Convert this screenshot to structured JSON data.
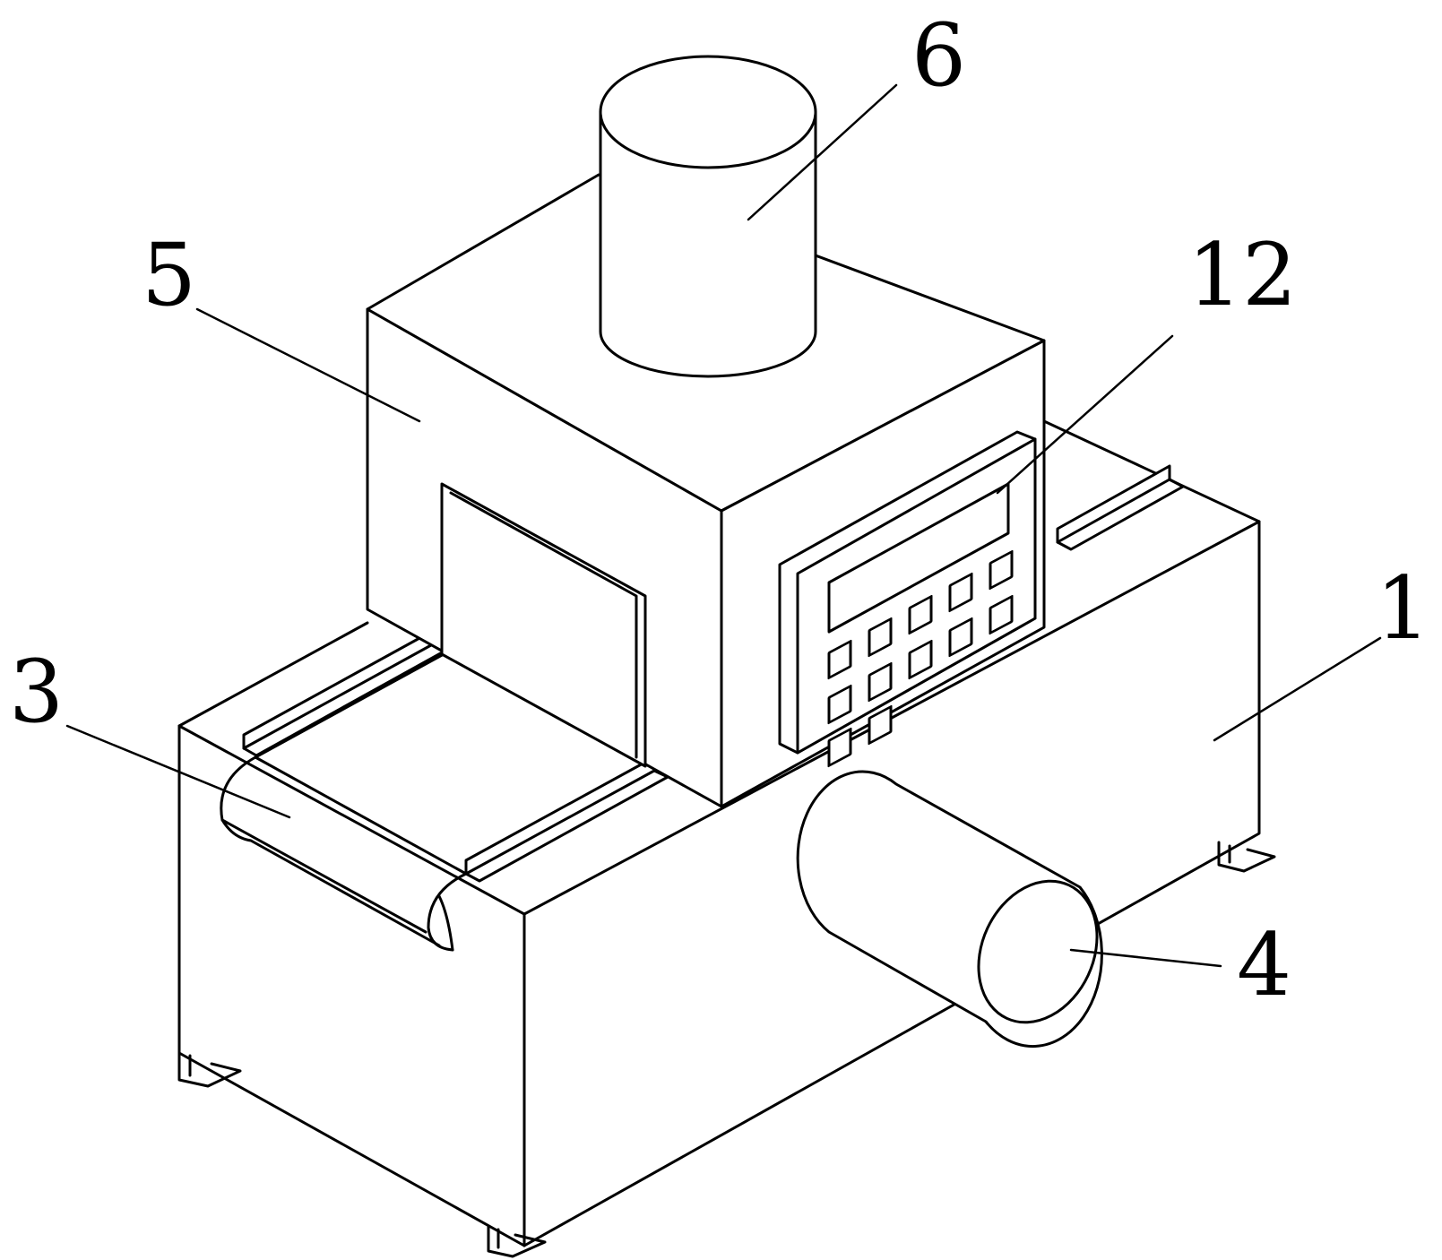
{
  "figure": {
    "colors": {
      "line": "#000000",
      "background": "#ffffff"
    },
    "labels": {
      "base": "1",
      "conveyor": "3",
      "motor": "4",
      "housing": "5",
      "cylinder": "6",
      "control_panel": "12"
    }
  }
}
